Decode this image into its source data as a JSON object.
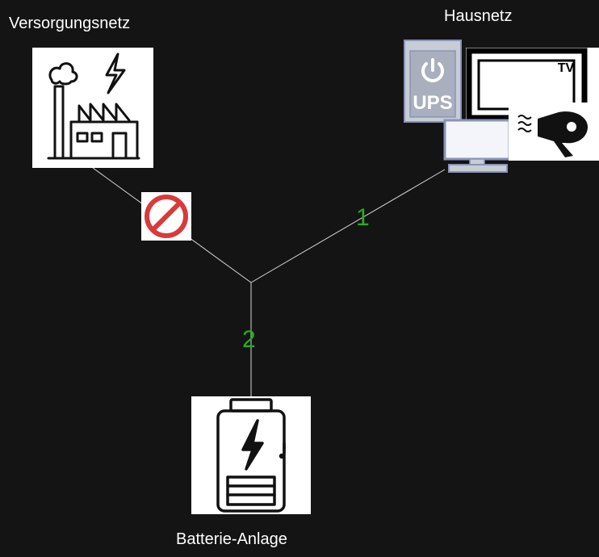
{
  "labels": {
    "grid": "Versorgungsnetz",
    "house": "Hausnetz",
    "battery": "Batterie-Anlage"
  },
  "paths": {
    "house_path": "1",
    "battery_path": "2"
  },
  "icons": {
    "grid": "factory-icon",
    "blocked": "prohibited-icon",
    "ups": "ups-icon",
    "tv": "tv-icon",
    "computer": "computer-icon",
    "hair_dryer": "hair-dryer-icon",
    "battery": "battery-icon"
  },
  "device_text": {
    "ups": "UPS",
    "tv": "TV"
  },
  "colors": {
    "background": "#141414",
    "wire": "#d9d9d9",
    "path_number": "#22b11f",
    "blocked": "#d93a3a"
  }
}
